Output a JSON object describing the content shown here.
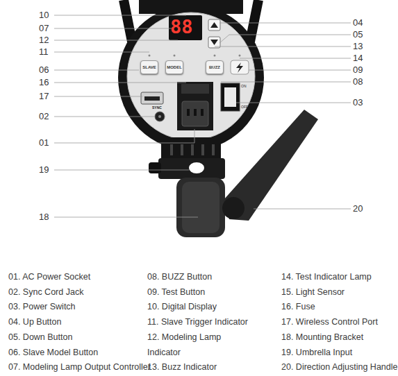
{
  "diagram": {
    "nodes": [
      {
        "text": [
          "SLAVE"
        ]
      },
      {
        "text": [
          "MODEL"
        ]
      },
      {
        "text": [
          "BUZZ"
        ]
      }
    ],
    "labels": [
      "10",
      "07",
      "12",
      "11",
      "06",
      "16",
      "17",
      "02",
      "01",
      "19",
      "18",
      "04",
      "05",
      "13",
      "14",
      "09",
      "08",
      "03",
      "20",
      "88",
      "SYNC",
      "ON",
      "OFF",
      "01. AC Power Socket",
      "02. Sync Cord Jack",
      "03. Power Switch",
      "04. Up Button",
      "05. Down Button",
      "06. Slave Model Button",
      "07. Modeling Lamp Output Controller",
      "08. BUZZ Button",
      "09. Test Button",
      "10. Digital Display",
      "11. Slave Trigger Indicator",
      "12. Modeling Lamp Indicator",
      "13. Buzz Indicator",
      "14. Test Indicator Lamp",
      "15. Light Sensor",
      "16. Fuse",
      "17. Wireless Control Port",
      "18. Mounting Bracket",
      "19. Umbrella Input",
      "20. Direction Adjusting Handle"
    ]
  }
}
